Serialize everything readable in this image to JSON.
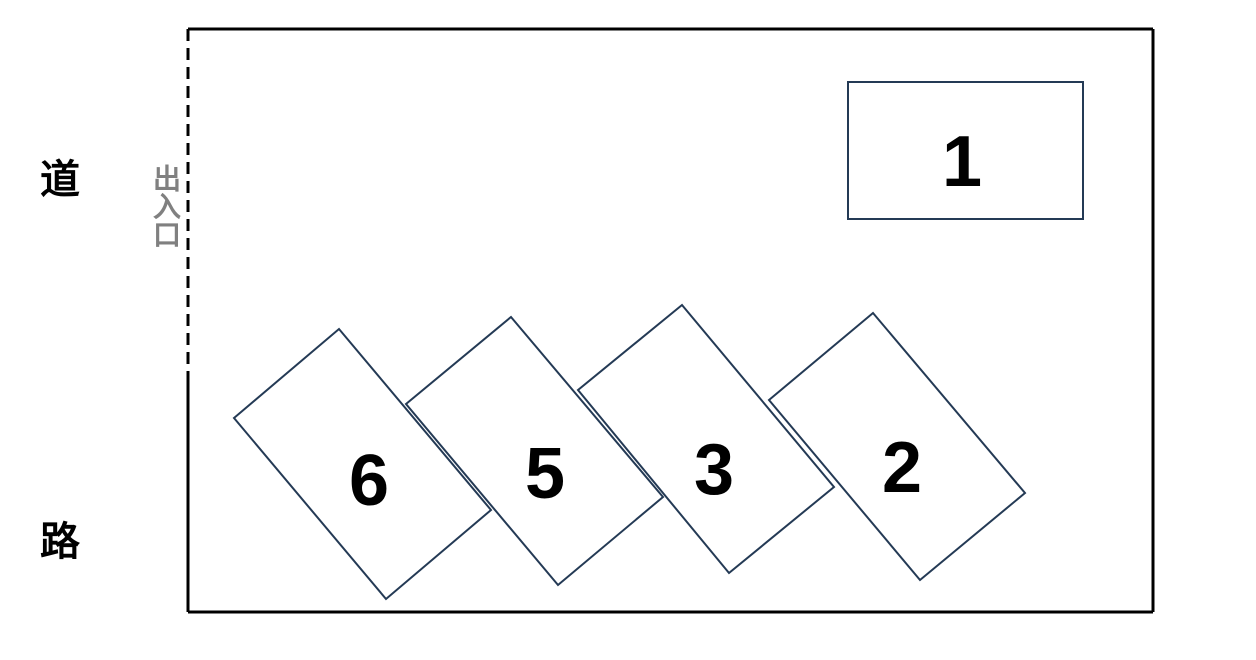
{
  "road": {
    "char_top": "道",
    "char_bottom": "路"
  },
  "entrance_label": "出入口",
  "colors": {
    "border": "#000000",
    "space_stroke": "#243a55",
    "label": "#000000",
    "entrance": "#808080"
  },
  "spaces": [
    {
      "label": "1",
      "orientation": "horizontal"
    },
    {
      "label": "2",
      "orientation": "angled"
    },
    {
      "label": "3",
      "orientation": "angled"
    },
    {
      "label": "5",
      "orientation": "angled"
    },
    {
      "label": "6",
      "orientation": "angled"
    }
  ]
}
